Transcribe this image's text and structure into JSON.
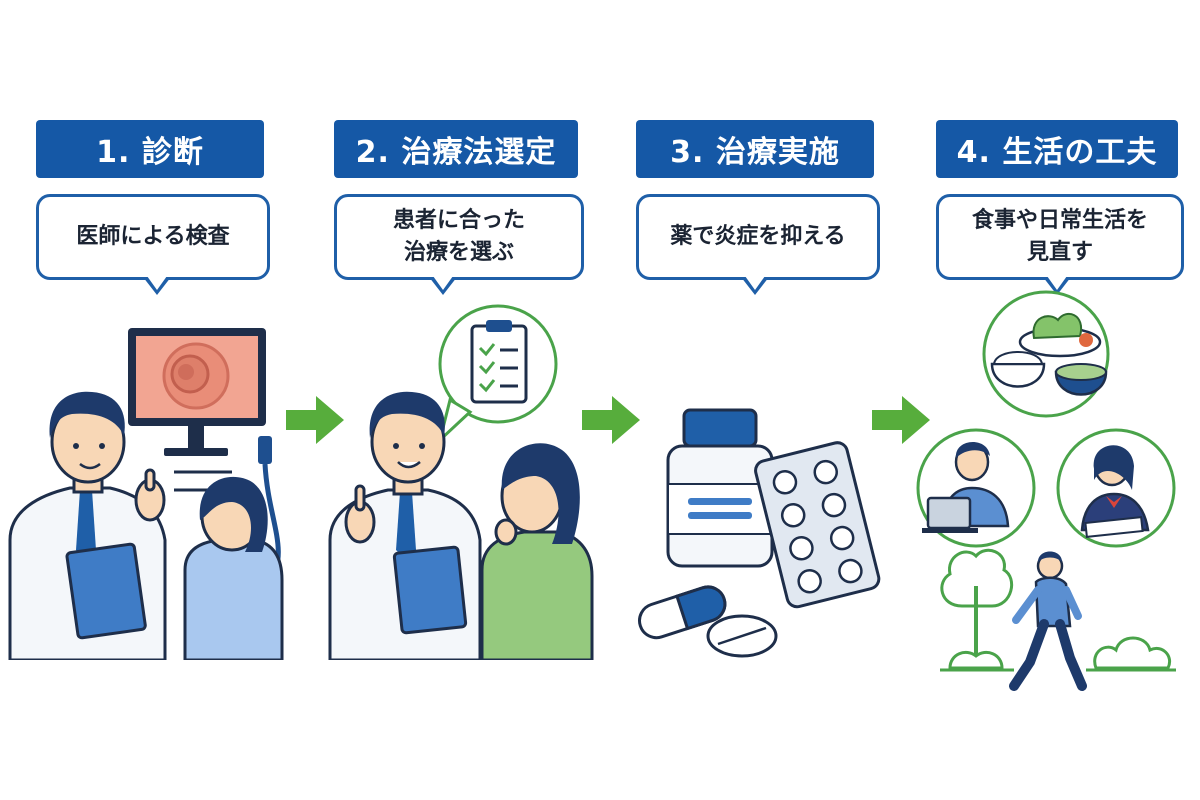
{
  "steps": [
    {
      "title": "1. 診断",
      "lines": [
        "医師による検査"
      ]
    },
    {
      "title": "2. 治療法選定",
      "lines": [
        "患者に合った",
        "治療を選ぶ"
      ]
    },
    {
      "title": "3. 治療実施",
      "lines": [
        "薬で炎症を抑える"
      ]
    },
    {
      "title": "4. 生活の工夫",
      "lines": [
        "食事や日常生活を",
        "見直す"
      ]
    }
  ],
  "colors": {
    "header": "#1558a6",
    "bubble_border": "#1f5fa8",
    "arrow": "#57ad3c",
    "circle": "#4aa34a"
  },
  "icons": [
    "monitor-icon",
    "endoscope-icon",
    "doctor-icon",
    "patient-icon",
    "checklist-icon",
    "medicine-bottle-icon",
    "blister-pack-icon",
    "capsule-icon",
    "tablet-icon",
    "meal-icon",
    "laptop-person-icon",
    "studying-student-icon",
    "walking-person-icon",
    "tree-icon",
    "bush-icon",
    "arrow-right-icon"
  ]
}
